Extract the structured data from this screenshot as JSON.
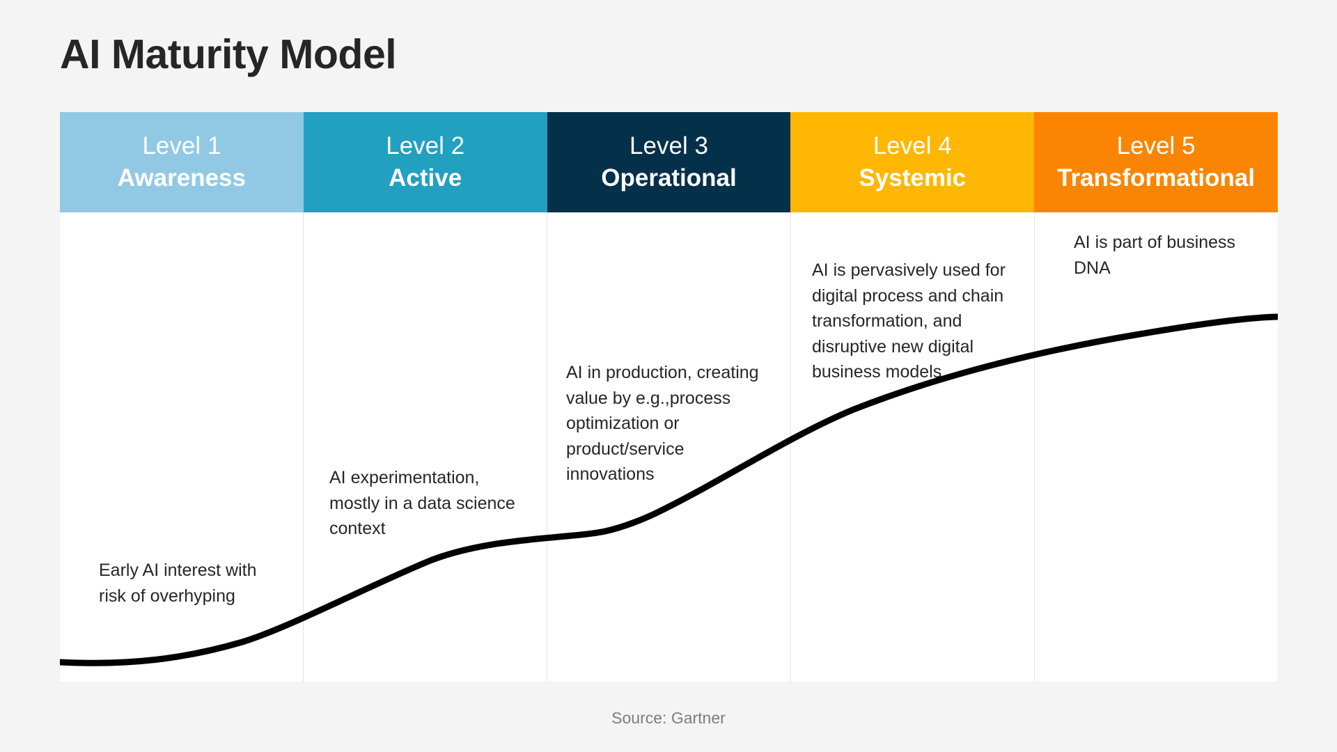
{
  "title": "AI Maturity Model",
  "levels": [
    {
      "level": "Level 1",
      "name": "Awareness",
      "color": "#91c9e5",
      "lines": [
        "Early AI interest with",
        "risk of overhyping"
      ]
    },
    {
      "level": "Level 2",
      "name": "Active",
      "color": "#22a0c0",
      "lines": [
        "AI experimentation,",
        "mostly in a data science",
        "context"
      ]
    },
    {
      "level": "Level 3",
      "name": "Operational",
      "color": "#04304a",
      "lines": [
        "AI in production, creating",
        "value by e.g.,process",
        "optimization or",
        "product/service",
        "innovations"
      ]
    },
    {
      "level": "Level 4",
      "name": "Systemic",
      "color": "#ffb703",
      "lines": [
        "AI is pervasively used for",
        "digital process and chain",
        "transformation, and",
        "disruptive new digital",
        "business models"
      ]
    },
    {
      "level": "Level 5",
      "name": "Transformational",
      "color": "#fb8502",
      "lines": [
        "AI is part of business",
        "DNA"
      ]
    }
  ],
  "curve_color": "#000000",
  "source": "Source: Gartner"
}
